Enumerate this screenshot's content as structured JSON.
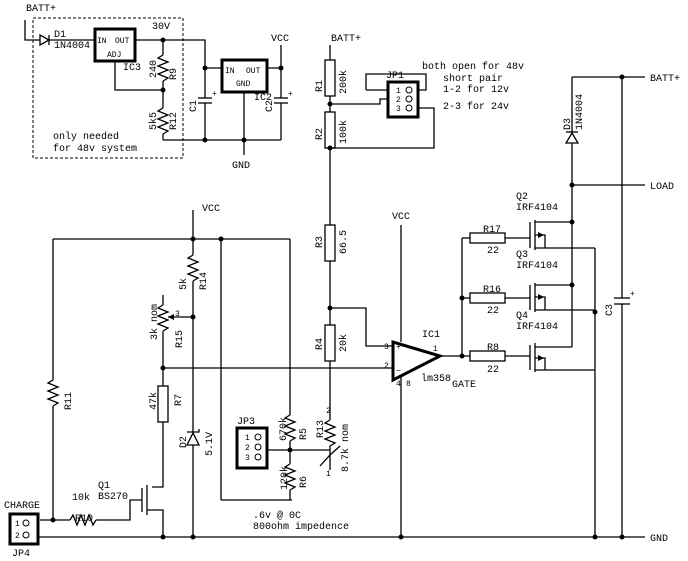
{
  "labels": {
    "batt_top": "BATT+",
    "d1": "D1",
    "d1_part": "1N4004",
    "v30": "30V",
    "ic3_in": "IN",
    "ic3_out": "OUT",
    "ic3_adj": "ADJ",
    "ic3": "IC3",
    "r9": "R9",
    "r9_val": "240",
    "r12": "R12",
    "r12_val": "5k5",
    "c1": "C1",
    "note48": "only needed",
    "note48b": "for 48v system",
    "ic2_in": "IN",
    "ic2_out": "OUT",
    "ic2_gnd": "GND",
    "ic2": "IC2",
    "c2": "C2",
    "vcc_ic2": "VCC",
    "gnd_top": "GND",
    "batt_r1": "BATT+",
    "r1": "R1",
    "r1_val": "200k",
    "r2": "R2",
    "r2_val": "100k",
    "jp1": "JP1",
    "jp1_note1": "both open for 48v",
    "jp1_note2": "short pair",
    "jp1_note3": "1-2 for 12v",
    "jp1_note4": "2-3 for 24v",
    "batt_right": "BATT+",
    "d3": "D3",
    "d3_part": "1N4004",
    "load": "LOAD",
    "q2": "Q2",
    "q2_part": "IRF4104",
    "q3": "Q3",
    "q3_part": "IRF4104",
    "q4": "Q4",
    "q4_part": "IRF4104",
    "r17": "R17",
    "r17_val": "22",
    "r16": "R16",
    "r16_val": "22",
    "r8": "R8",
    "r8_val": "22",
    "c3": "C3",
    "vcc_left": "VCC",
    "vcc_op": "VCC",
    "r3": "R3",
    "r3_val": "66.5",
    "r4": "R4",
    "r4_val": "20k",
    "ic1": "IC1",
    "ic1_part": "lm358",
    "gate": "GATE",
    "r14": "R14",
    "r14_val": "5k",
    "r15": "R15",
    "r15_val": "3k nom",
    "r7": "R7",
    "r7_val": "47k",
    "r11": "R11",
    "d2": "D2",
    "d2_val": "5.1V",
    "jp3": "JP3",
    "r5": "R5",
    "r5_val": "670k",
    "r6": "R6",
    "r6_val": "120k",
    "r13": "R13",
    "r13_val": "8.7k nom",
    "q1": "Q1",
    "q1_part": "BS270",
    "r10": "R10",
    "r10_val": "10k",
    "charge": "CHARGE",
    "jp4": "JP4",
    "note_temp1": ".6v @ 0C",
    "note_temp2": "800ohm impedence",
    "gnd_bottom": "GND",
    "pin1": "1",
    "pin2": "2",
    "pin3": "3",
    "pin4": "4",
    "pin8": "8"
  }
}
